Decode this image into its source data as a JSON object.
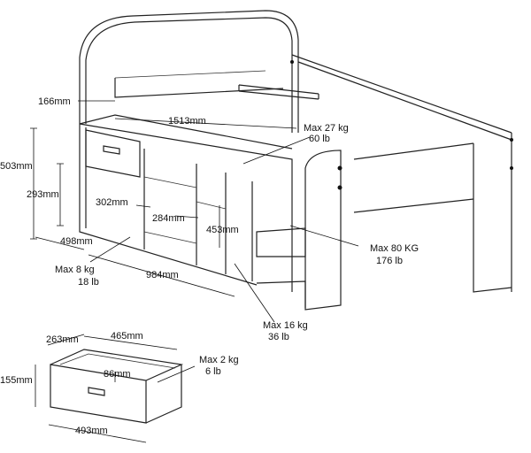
{
  "dimensions": {
    "d166": "166mm",
    "d1513": "1513mm",
    "d503": "503mm",
    "d293": "293mm",
    "d302": "302mm",
    "d284": "284mm",
    "d453": "453mm",
    "d498": "498mm",
    "d984": "984mm",
    "d263": "263mm",
    "d465": "465mm",
    "d86": "86mm",
    "d155": "155mm",
    "d493": "493mm"
  },
  "loads": {
    "top_shelf": {
      "kg": "Max 27 kg",
      "lb": "60 lb"
    },
    "bed": {
      "kg": "Max 80 KG",
      "lb": "176 lb"
    },
    "left_shelf": {
      "kg": "Max 8 kg",
      "lb": "18 lb"
    },
    "mid_shelf": {
      "kg": "Max 16 kg",
      "lb": "36 lb"
    },
    "drawer": {
      "kg": "Max 2 kg",
      "lb": "6 lb"
    }
  }
}
